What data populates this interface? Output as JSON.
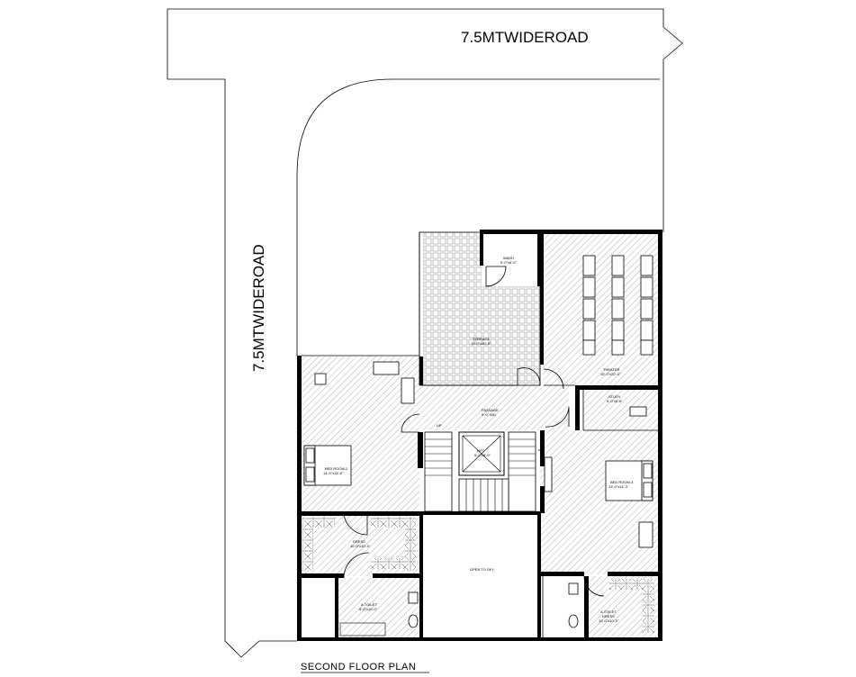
{
  "road_top": "7.5MTWIDEROAD",
  "road_left": "7.5MTWIDEROAD",
  "plan_title": "SECOND FLOOR PLAN",
  "rooms": {
    "wash": "WASH",
    "wash_dims": "5'-0\"x6'-0\"",
    "terrace": "TERRACE",
    "terrace_dims": "15'-0\"x20'-9\"",
    "theater": "THEATER",
    "theater_dims": "15'-0\"x22'-0\"",
    "passage": "PASSAGE",
    "passage_dims": "5'-0\" WD",
    "study": "STUDY",
    "study_dims": "9'-0\"x6'-6\"",
    "lift": "LIFT",
    "lift_dims": "5'-0\"x5'-0\"",
    "up": "UP",
    "bed_room_2": "BED ROOM-2",
    "bed_room_2_dims": "14'-0\"x15'-6\"",
    "bed_room_3": "BED ROOM-3",
    "bed_room_3_dims": "13'-0\"x14'-3\"",
    "dress": "DRESS",
    "dress_dims": "10'-0\"x10'-0\"",
    "open_to_sky": "OPEN TO SKY",
    "a_toilet_1": "A.TOILET",
    "a_toilet_1_dims": "8'-0\"x10'-0\"",
    "a_toilet_2": "A.TOILET",
    "a_toilet_2_sub": "DRESS",
    "a_toilet_2_dims": "10'-0\"x10'-0\""
  }
}
